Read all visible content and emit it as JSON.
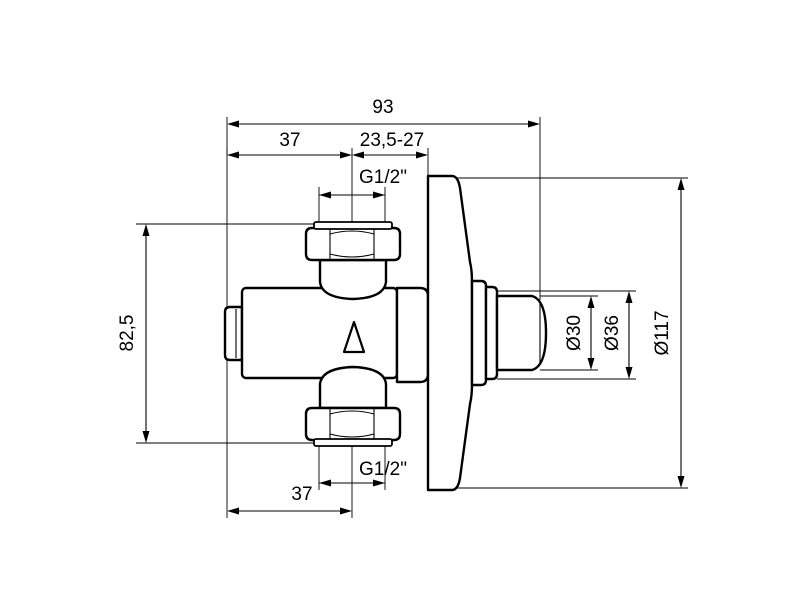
{
  "dimensions": {
    "overall_length": "93",
    "left_length_top": "37",
    "wall_range": "23,5-27",
    "thread_top": "G1/2\"",
    "height": "82,5",
    "thread_bottom": "G1/2\"",
    "left_length_bottom": "37",
    "diameter_small": "Ø30",
    "diameter_mid": "Ø36",
    "diameter_plate": "Ø117"
  },
  "colors": {
    "line": "#000000",
    "background": "#ffffff"
  }
}
